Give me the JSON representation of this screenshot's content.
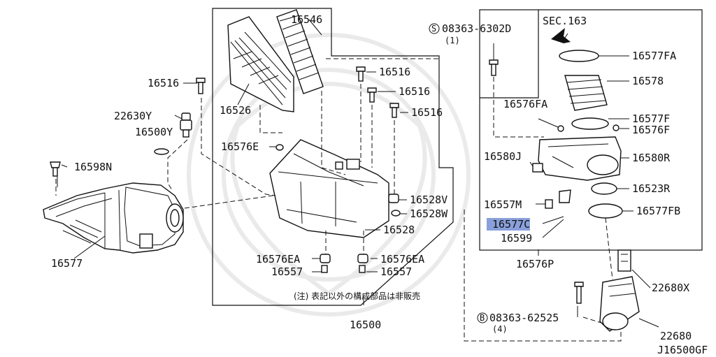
{
  "diagram": {
    "id_code": "J16500GF",
    "labels": {
      "p16546": "16546",
      "p16526": "16526",
      "p16516_left": "16516",
      "p16516_a": "16516",
      "p16516_b": "16516",
      "p16516_c": "16516",
      "p22630Y": "22630Y",
      "p16500Y": "16500Y",
      "p16598N": "16598N",
      "p16577": "16577",
      "p16576E": "16576E",
      "p16528V": "16528V",
      "p16528W": "16528W",
      "p16528": "16528",
      "p16576EA_left": "16576EA",
      "p16576EA_right": "16576EA",
      "p16557_left": "16557",
      "p16557_right": "16557",
      "p16500": "16500",
      "bolt_top_prefix": "S",
      "bolt_top": "08363-6302D",
      "bolt_top_qty": "(1)",
      "sec": "SEC.163",
      "p16577FA": "16577FA",
      "p16578": "16578",
      "p16576FA": "16576FA",
      "p16577F": "16577F",
      "p16576F": "16576F",
      "p16580J": "16580J",
      "p16580R": "16580R",
      "p16523R": "16523R",
      "p16557M": "16557M",
      "p16577FB": "16577FB",
      "p16577C": "16577C",
      "p16599": "16599",
      "p16576P": "16576P",
      "p22680X": "22680X",
      "p22680": "22680",
      "bolt_bottom_prefix": "B",
      "bolt_bottom": "08363-62525",
      "bolt_bottom_qty": "(4)",
      "note": "(注) 表記以外の構成部品は非販売"
    },
    "highlight_color": "#8aa0dc"
  }
}
